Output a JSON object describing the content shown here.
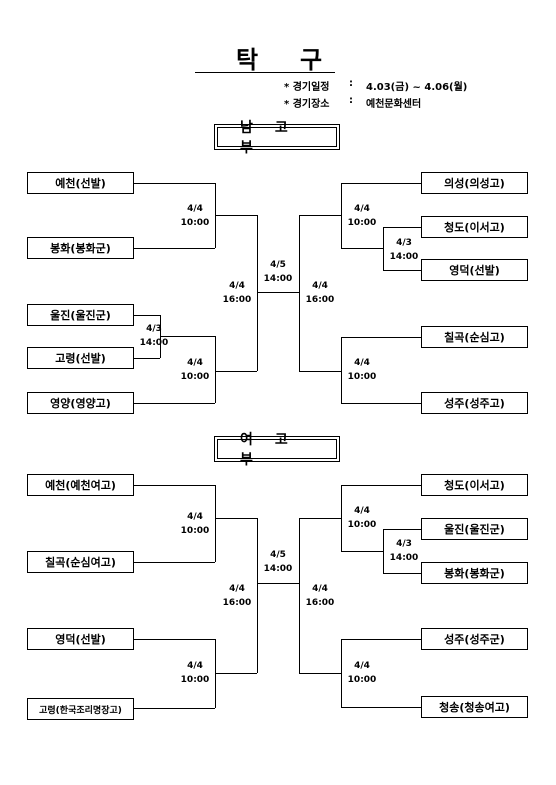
{
  "header": {
    "title_chars": [
      "탁",
      "구"
    ],
    "schedule_label": "* 경기일정",
    "schedule_sep": ":",
    "schedule_value": "4.03(금) ~ 4.06(월)",
    "venue_label": "* 경기장소",
    "venue_sep": ":",
    "venue_value": "예천문화센터"
  },
  "boys": {
    "section_title": "남고부",
    "left_teams": [
      "예천(선발)",
      "봉화(봉화군)",
      "울진(울진군)",
      "고령(선발)",
      "영양(영양고)"
    ],
    "right_teams": [
      "의성(의성고)",
      "청도(이서고)",
      "영덕(선발)",
      "칠곡(순심고)",
      "성주(성주고)"
    ],
    "matches": {
      "l_upper": {
        "date": "4/4",
        "time": "10:00"
      },
      "l_prelim": {
        "date": "4/3",
        "time": "14:00"
      },
      "l_lower": {
        "date": "4/4",
        "time": "10:00"
      },
      "l_semi": {
        "date": "4/4",
        "time": "16:00"
      },
      "final": {
        "date": "4/5",
        "time": "14:00"
      },
      "r_semi": {
        "date": "4/4",
        "time": "16:00"
      },
      "r_upper": {
        "date": "4/4",
        "time": "10:00"
      },
      "r_prelim": {
        "date": "4/3",
        "time": "14:00"
      },
      "r_lower": {
        "date": "4/4",
        "time": "10:00"
      }
    }
  },
  "girls": {
    "section_title": "여고부",
    "left_teams": [
      "예천(예천여고)",
      "칠곡(순심여고)",
      "영덕(선발)",
      "고령(한국조리명장고)"
    ],
    "right_teams": [
      "청도(이서고)",
      "울진(울진군)",
      "봉화(봉화군)",
      "성주(성주군)",
      "청송(청송여고)"
    ],
    "matches": {
      "l_upper": {
        "date": "4/4",
        "time": "10:00"
      },
      "l_lower": {
        "date": "4/4",
        "time": "10:00"
      },
      "l_semi": {
        "date": "4/4",
        "time": "16:00"
      },
      "final": {
        "date": "4/5",
        "time": "14:00"
      },
      "r_semi": {
        "date": "4/4",
        "time": "16:00"
      },
      "r_upper": {
        "date": "4/4",
        "time": "10:00"
      },
      "r_prelim": {
        "date": "4/3",
        "time": "14:00"
      },
      "r_lower": {
        "date": "4/4",
        "time": "10:00"
      }
    }
  }
}
